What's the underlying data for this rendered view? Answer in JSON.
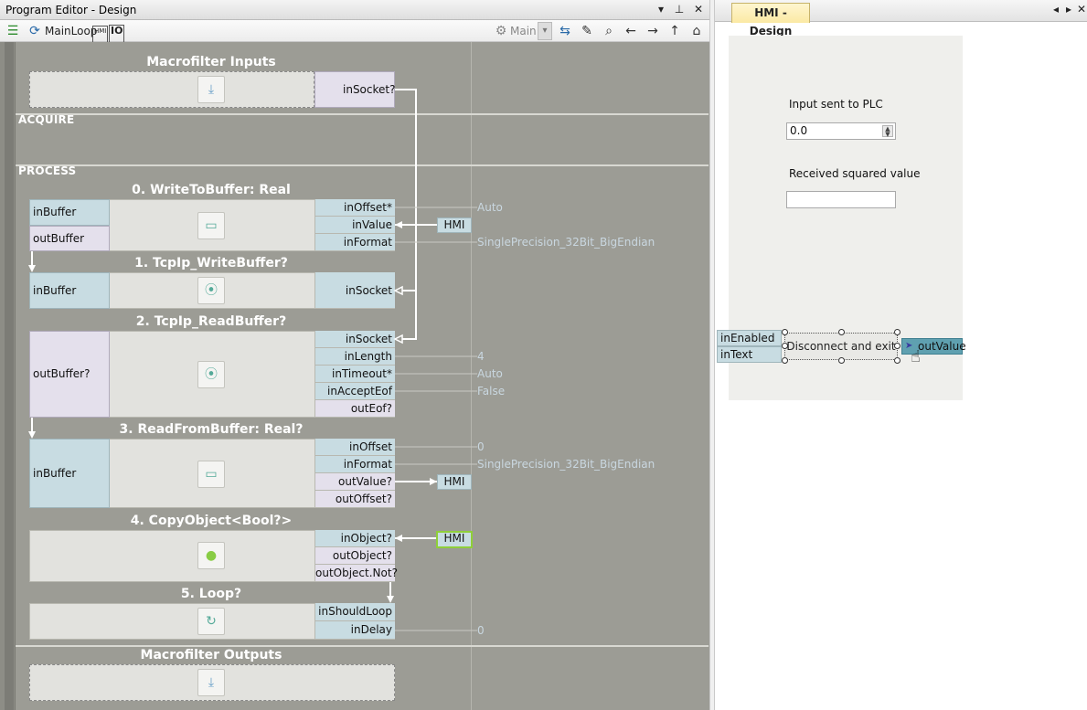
{
  "left_panel": {
    "title": "Program Editor - Design",
    "toolbar": {
      "loop_label": "MainLoop",
      "io_label": "IO",
      "hmi_badge": "HMI",
      "main_label": "Main"
    },
    "sections": {
      "macro_inputs": "Macrofilter Inputs",
      "acquire": "ACQUIRE",
      "process": "PROCESS",
      "macro_outputs": "Macrofilter Outputs"
    },
    "filters": [
      {
        "title": "0. WriteToBuffer: Real",
        "left_ports": [
          "inBuffer",
          "outBuffer"
        ],
        "right_ports": [
          "inOffset*",
          "inValue",
          "inFormat"
        ]
      },
      {
        "title": "1. TcpIp_WriteBuffer?",
        "left_ports": [
          "inBuffer"
        ],
        "right_ports": [
          "inSocket"
        ]
      },
      {
        "title": "2. TcpIp_ReadBuffer?",
        "left_ports": [
          "outBuffer?"
        ],
        "right_ports": [
          "inSocket",
          "inLength",
          "inTimeout*",
          "inAcceptEof",
          "outEof?"
        ]
      },
      {
        "title": "3. ReadFromBuffer: Real?",
        "left_ports": [
          "inBuffer"
        ],
        "right_ports": [
          "inOffset",
          "inFormat",
          "outValue?",
          "outOffset?"
        ]
      },
      {
        "title": "4. CopyObject<Bool?>",
        "left_ports": [],
        "right_ports": [
          "inObject?",
          "outObject?",
          "outObject.Not?"
        ]
      },
      {
        "title": "5. Loop?",
        "left_ports": [],
        "right_ports": [
          "inShouldLoop",
          "inDelay"
        ]
      }
    ],
    "macro_input_port": "inSocket?",
    "values": {
      "offset0": "Auto",
      "format0": "SinglePrecision_32Bit_BigEndian",
      "length": "4",
      "timeout": "Auto",
      "accept_eof": "False",
      "offset3": "0",
      "format3": "SinglePrecision_32Bit_BigEndian",
      "delay": "0"
    },
    "hmi_label": "HMI"
  },
  "right_panel": {
    "tab": "HMI - Design",
    "label_input": "Input sent to PLC",
    "input_value": "0.0",
    "label_received": "Received squared value",
    "received_value": "",
    "button_label": "Disconnect and exit",
    "ports_in": [
      "inEnabled",
      "inText"
    ],
    "port_out": "outValue"
  },
  "colors": {
    "canvas": "#9c9c95",
    "in_port": "#c8dce2",
    "out_port": "#e4e0ec",
    "selected_hmi_border": "#8fcf3a",
    "tab_highlight": "#fbe9a4"
  }
}
